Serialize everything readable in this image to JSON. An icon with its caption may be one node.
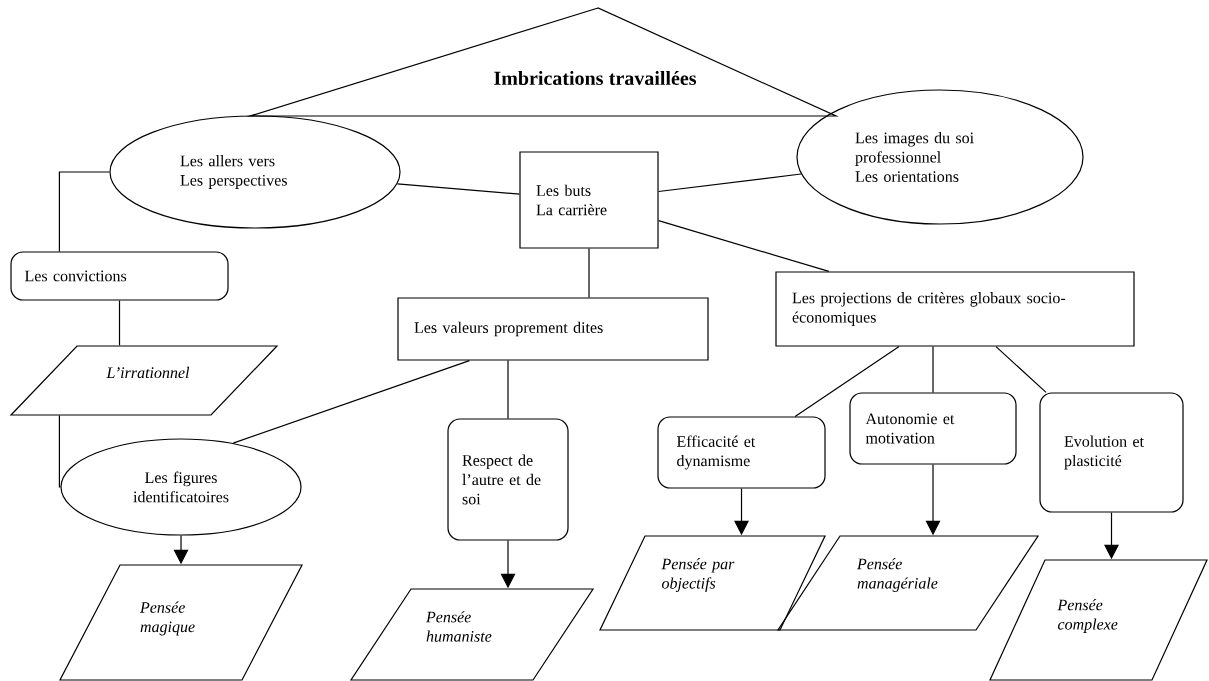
{
  "diagram": {
    "nodes": [
      {
        "text": [
          "Imbrications travaillées"
        ]
      },
      {
        "text": [
          "Les allers vers",
          "Les perspectives"
        ]
      },
      {
        "text": [
          "Les images du soi professionnel",
          "Les orientations"
        ]
      },
      {
        "text": [
          "Les buts",
          "La carrière"
        ]
      },
      {
        "text": [
          "Les convictions"
        ]
      },
      {
        "text": [
          "Les valeurs proprement dites"
        ]
      },
      {
        "text": [
          "Les projections de critères globaux socio-économiques"
        ]
      },
      {
        "text": [
          "L’irrationnel"
        ]
      },
      {
        "text": [
          "Les figures identificatoires"
        ]
      },
      {
        "text": [
          "Respect de l’autre et de soi"
        ]
      },
      {
        "text": [
          "Efficacité et dynamisme"
        ]
      },
      {
        "text": [
          "Autonomie et motivation"
        ]
      },
      {
        "text": [
          "Evolution et plasticité"
        ]
      },
      {
        "text": [
          "Pensée magique"
        ]
      },
      {
        "text": [
          "Pensée humaniste"
        ]
      },
      {
        "text": [
          "Pensée par objectifs"
        ]
      },
      {
        "text": [
          "Pensée managériale"
        ]
      },
      {
        "text": [
          "Pensée complexe"
        ]
      }
    ],
    "edges": [
      {
        "from": 1,
        "to": 3,
        "arrow": "none"
      },
      {
        "from": 3,
        "to": 2,
        "arrow": "none"
      },
      {
        "from": 1,
        "to": 4,
        "arrow": "none"
      },
      {
        "from": 3,
        "to": 5,
        "arrow": "none"
      },
      {
        "from": 3,
        "to": 6,
        "arrow": "none"
      },
      {
        "from": 4,
        "to": 7,
        "arrow": "none"
      },
      {
        "from": 7,
        "to": 8,
        "arrow": "none"
      },
      {
        "from": 5,
        "to": 8,
        "arrow": "none"
      },
      {
        "from": 5,
        "to": 9,
        "arrow": "none"
      },
      {
        "from": 6,
        "to": 10,
        "arrow": "none"
      },
      {
        "from": 6,
        "to": 11,
        "arrow": "none"
      },
      {
        "from": 6,
        "to": 12,
        "arrow": "none"
      },
      {
        "from": 8,
        "to": 13,
        "arrow": "to"
      },
      {
        "from": 9,
        "to": 14,
        "arrow": "to"
      },
      {
        "from": 10,
        "to": 15,
        "arrow": "to"
      },
      {
        "from": 11,
        "to": 16,
        "arrow": "to"
      },
      {
        "from": 12,
        "to": 17,
        "arrow": "to"
      }
    ]
  }
}
